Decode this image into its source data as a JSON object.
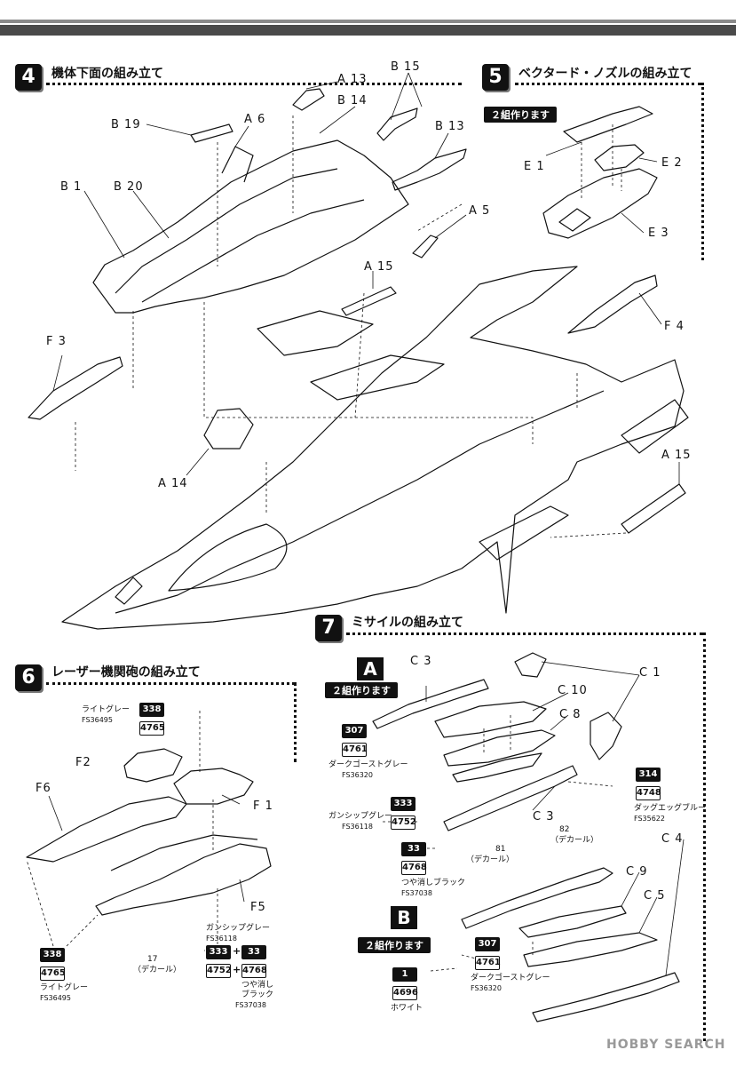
{
  "steps": {
    "s4": {
      "num": "4",
      "title": "機体下面の組み立て"
    },
    "s5": {
      "num": "5",
      "title": "ベクタード・ノズルの組み立て",
      "note": "２組作ります"
    },
    "s6": {
      "num": "6",
      "title": "レーザー機関砲の組み立て"
    },
    "s7": {
      "num": "7",
      "title": "ミサイルの組み立て"
    }
  },
  "parts4": {
    "a13": "A 13",
    "b15": "B 15",
    "b14": "B 14",
    "b19": "B 19",
    "a6": "A 6",
    "b13": "B 13",
    "b1": "B 1",
    "b20": "B 20",
    "a5": "A 5",
    "a15a": "A 15",
    "f3": "F 3",
    "f4": "F 4",
    "a14": "A 14",
    "a15b": "A 15"
  },
  "parts5": {
    "e1": "E 1",
    "e2": "E 2",
    "e3": "E 3"
  },
  "parts6": {
    "f2": "F2",
    "f1": "F 1",
    "f6": "F6",
    "f5": "F5"
  },
  "paint6": {
    "lightgray_code": "338",
    "lightgray_sub": "4765",
    "lightgray_name": "ライトグレー",
    "lightgray_fs": "FS36495",
    "lightgray2_code": "338",
    "lightgray2_sub": "4765",
    "lightgray2_name": "ライトグレー",
    "lightgray2_fs": "FS36495",
    "decal": "17",
    "decal_label": "（デカール）",
    "gun_name": "ガンシップグレー",
    "gun_fs": "FS36118",
    "mix_a": "333",
    "mix_b": "33",
    "mix_a_sub": "4752",
    "mix_b_sub": "4768",
    "plus": "+",
    "flat_name1": "つや消し",
    "flat_name2": "ブラック",
    "flat_fs": "FS37038"
  },
  "section7": {
    "A": "A",
    "A_note": "２組作ります",
    "B": "B",
    "B_note": "２組作ります",
    "c3": "C 3",
    "c1": "C 1",
    "c10": "C 10",
    "c8": "C 8",
    "c3b": "C 3",
    "c4": "C 4",
    "c9": "C 9",
    "c5": "C 5",
    "p307": "307",
    "p307_sub": "4761",
    "p307_name": "ダークゴーストグレー",
    "p307_fs": "FS36320",
    "p314": "314",
    "p314_sub": "4748",
    "p314_name": "ダッグエッグブルー",
    "p314_fs": "FS35622",
    "p333": "333",
    "p333_sub": "4752",
    "p333_name": "ガンシップグレー",
    "p333_fs": "FS36118",
    "p33": "33",
    "p33_sub": "4768",
    "p33_name": "つや消しブラック",
    "p33_fs": "FS37038",
    "d82": "82",
    "d82_label": "（デカール）",
    "d81": "81",
    "d81_label": "（デカール）",
    "b307": "307",
    "b307_sub": "4761",
    "b307_name": "ダークゴーストグレー",
    "b307_fs": "FS36320",
    "b1": "1",
    "b1_sub": "4696",
    "b1_name": "ホワイト"
  },
  "footer": {
    "logo": "HOBBY SEARCH"
  }
}
